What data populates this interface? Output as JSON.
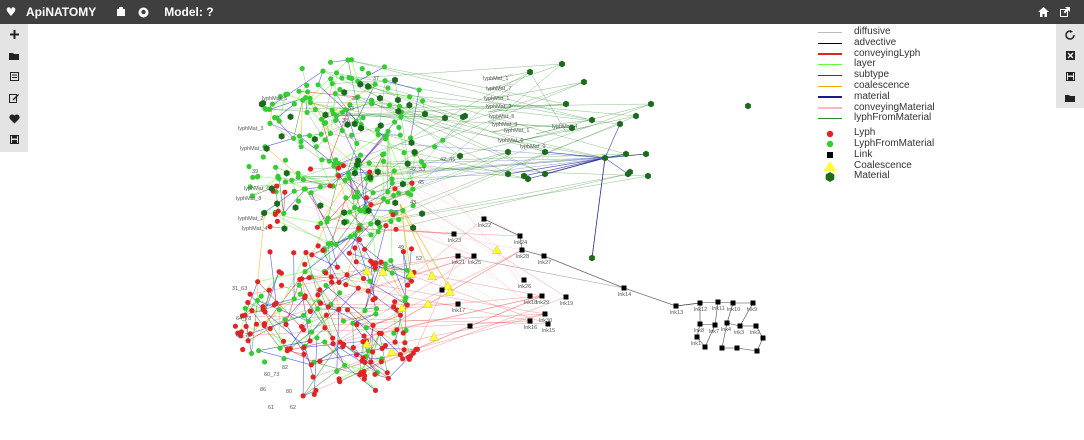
{
  "app": {
    "title": "ApiNATOMY",
    "model_label": "Model: ?"
  },
  "toolbar_left": [
    "plus-icon",
    "folder-icon",
    "list-icon",
    "edit-icon",
    "heartbeat-icon",
    "save-icon"
  ],
  "toolbar_right": [
    "refresh-icon",
    "close-icon",
    "save-icon",
    "folder-icon"
  ],
  "colors": {
    "lyph": "#e02424",
    "lyphFromMaterial": "#33cc33",
    "link": "#000000",
    "coalescence": "#ffff33",
    "material": "#1c6b1c"
  },
  "legend": {
    "edges": [
      {
        "label": "diffusive",
        "color": "#bbbbbb"
      },
      {
        "label": "advective",
        "color": "#000000"
      },
      {
        "label": "conveyingLyph",
        "color": "#e02424"
      },
      {
        "label": "layer",
        "color": "#66ff33"
      },
      {
        "label": "subtype",
        "color": "#2a2ad6"
      },
      {
        "label": "coalescence",
        "color": "#ffa500"
      },
      {
        "label": "material",
        "color": "#1a1a8c"
      },
      {
        "label": "conveyingMaterial",
        "color": "#ffb6c1"
      },
      {
        "label": "lyphFromMaterial",
        "color": "#2e8b2e"
      }
    ],
    "nodes": [
      {
        "label": "Lyph",
        "shape": "circle",
        "color": "#e02424"
      },
      {
        "label": "LyphFromMaterial",
        "shape": "circle",
        "color": "#33cc33"
      },
      {
        "label": "Link",
        "shape": "square",
        "color": "#000000"
      },
      {
        "label": "Coalescence",
        "shape": "triangle",
        "color": "#ffff33"
      },
      {
        "label": "Material",
        "shape": "hexagon",
        "color": "#1c6b1c"
      }
    ]
  },
  "graph_labels": {
    "top_lyphs": [
      "lyphMat_1",
      "lyphMat_7",
      "lyphMat_1",
      "lyphMat_2",
      "lyphMat_5",
      "lyphMat_3",
      "lyphMat_1",
      "lyphMat_4",
      "lyphMat_6",
      "lyphMat_9"
    ],
    "left_lyphs": [
      "lyphMat_5",
      "lyphMat_3",
      "lyphMat_9",
      "lyphMat_6",
      "lyphMat_8",
      "lyphMat_2",
      "lyphMat_4"
    ],
    "links": [
      "lnk22",
      "lnk23",
      "lnk21",
      "lnk25",
      "lnk24",
      "lnk28",
      "lnk27",
      "lnk26",
      "lnk29",
      "lnk30",
      "lnk18",
      "lnk19",
      "lnk17",
      "lnk16",
      "lnk15",
      "lnk14",
      "lnk13",
      "lnk12",
      "lnk11",
      "lnk10",
      "lnk9",
      "lnk8",
      "lnk7",
      "lnk4",
      "lnk3",
      "lnk2",
      "lnk1"
    ],
    "ids": [
      "39",
      "42_45",
      "31_63",
      "64_78",
      "65_79",
      "42_53",
      "82",
      "60_73",
      "61",
      "62",
      "80",
      "86",
      "37",
      "36",
      "33",
      "38",
      "43",
      "45",
      "49",
      "52"
    ]
  }
}
